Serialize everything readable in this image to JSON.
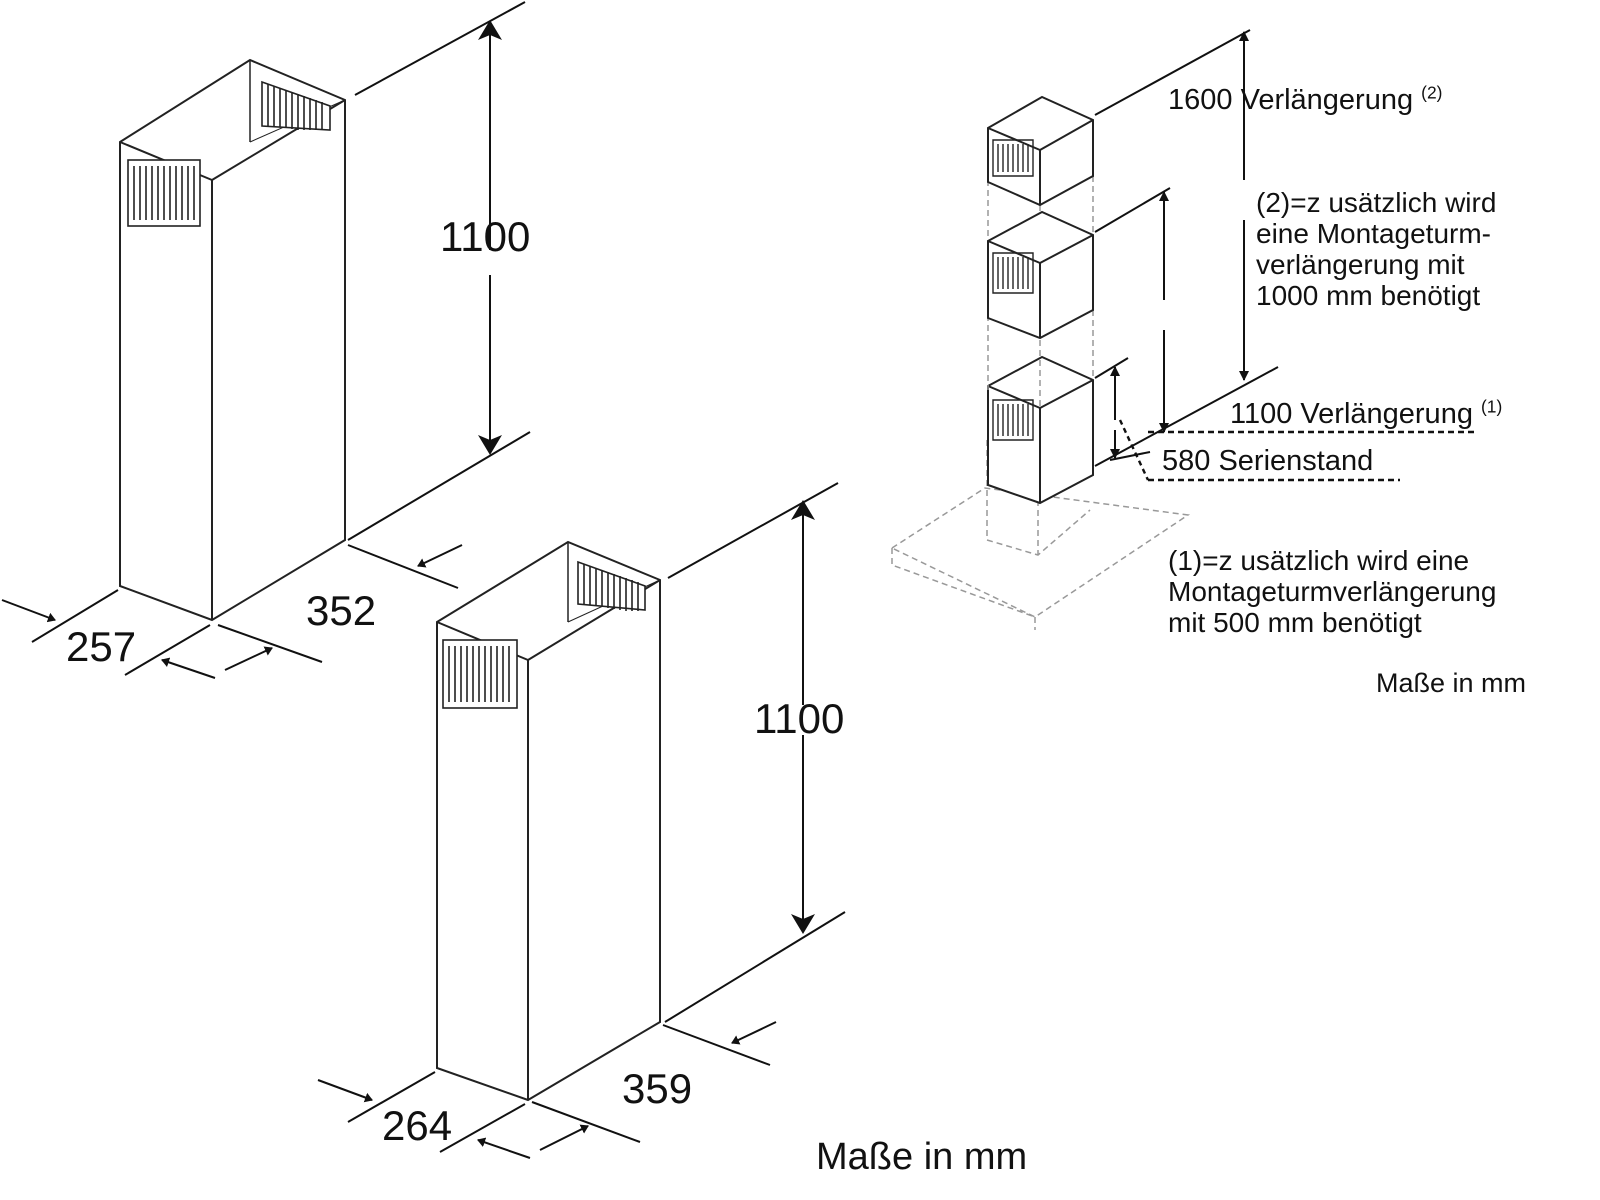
{
  "chimney_a": {
    "height": "1100",
    "depth": "352",
    "width": "257"
  },
  "chimney_b": {
    "height": "1100",
    "depth": "359",
    "width": "264"
  },
  "extension": {
    "ext2_label": "1600 Verlängerung",
    "ext2_ref": "(2)",
    "ext1_label": "1100 Verlängerung",
    "ext1_ref": "(1)",
    "standard_label": "580 Serienstand",
    "note2_line1": "(2)=z usätzlich wird",
    "note2_line2": "eine Montageturm-",
    "note2_line3": "verlängerung mit",
    "note2_line4": "1000 mm benötigt",
    "note1_line1": "(1)=z usätzlich wird eine",
    "note1_line2": "Montageturmverlängerung",
    "note1_line3": "mit 500 mm benötigt"
  },
  "units_right": "Maße in mm",
  "units_bottom": "Maße in mm"
}
